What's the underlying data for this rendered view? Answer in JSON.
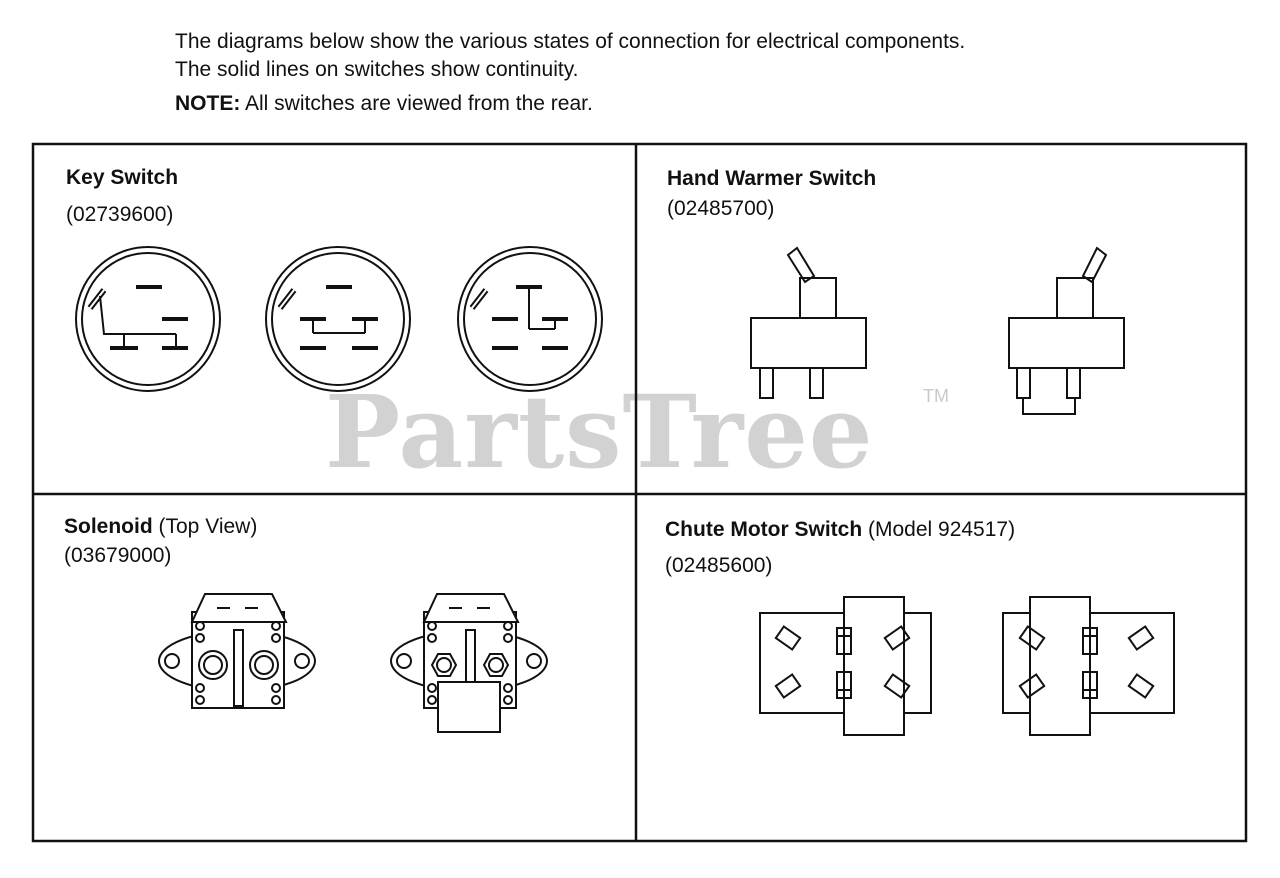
{
  "intro": {
    "line1": "The diagrams below show the various states of connection for electrical components.",
    "line2": "The solid lines on switches show continuity.",
    "note_label": "NOTE:",
    "note_text": " All switches are viewed from the rear."
  },
  "panels": {
    "key_switch": {
      "title": "Key Switch",
      "part_number": "(02739600)"
    },
    "hand_warmer": {
      "title": "Hand Warmer Switch",
      "part_number": "(02485700)"
    },
    "solenoid": {
      "title": "Solenoid",
      "subtitle": " (Top View)",
      "part_number": "(03679000)"
    },
    "chute_motor": {
      "title": "Chute Motor Switch",
      "subtitle": " (Model 924517)",
      "part_number": "(02485600)"
    }
  },
  "watermark": {
    "text": "PartsTree",
    "trademark": "TM"
  },
  "colors": {
    "line": "#111111",
    "watermark": "#d2d2d2",
    "background": "#ffffff"
  }
}
